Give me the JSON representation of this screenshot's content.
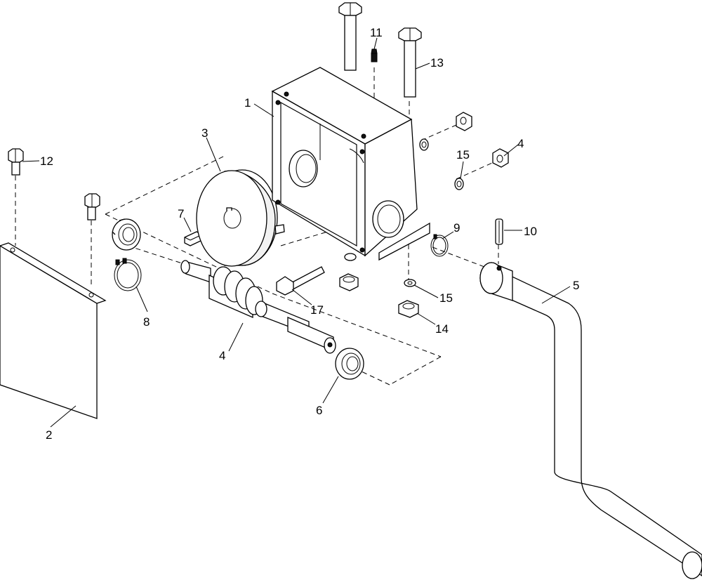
{
  "diagram": {
    "type": "exploded-parts-diagram",
    "callouts": [
      "1",
      "2",
      "3",
      "4",
      "4",
      "5",
      "6",
      "7",
      "8",
      "9",
      "10",
      "11",
      "12",
      "13",
      "14",
      "15",
      "15",
      "17"
    ]
  }
}
